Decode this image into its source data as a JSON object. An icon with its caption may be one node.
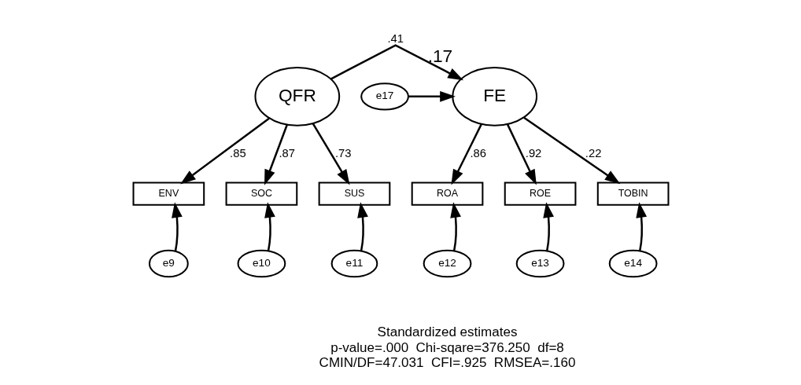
{
  "diagram": {
    "nodes": [
      {
        "text": [
          "QFR"
        ]
      },
      {
        "text": [
          "FE"
        ],
        "beside": [
          ".17"
        ]
      },
      {
        "text": [
          "e17"
        ]
      },
      {
        "text": [
          "ENV"
        ]
      },
      {
        "text": [
          "SOC"
        ]
      },
      {
        "text": [
          "SUS"
        ]
      },
      {
        "text": [
          "ROA"
        ]
      },
      {
        "text": [
          "ROE"
        ]
      },
      {
        "text": [
          "TOBIN"
        ]
      },
      {
        "text": [
          "e9"
        ]
      },
      {
        "text": [
          "e10"
        ]
      },
      {
        "text": [
          "e11"
        ]
      },
      {
        "text": [
          "e12"
        ]
      },
      {
        "text": [
          "e13"
        ]
      },
      {
        "text": [
          "e14"
        ]
      }
    ],
    "edges": [
      {
        "from": 0,
        "to": 1,
        "arrow": "to",
        "label": ".41"
      },
      {
        "from": 2,
        "to": 1,
        "arrow": "to"
      },
      {
        "from": 0,
        "to": 3,
        "arrow": "to",
        "label": ".85"
      },
      {
        "from": 0,
        "to": 4,
        "arrow": "to",
        "label": ".87"
      },
      {
        "from": 0,
        "to": 5,
        "arrow": "to",
        "label": ".73"
      },
      {
        "from": 1,
        "to": 6,
        "arrow": "to",
        "label": ".86"
      },
      {
        "from": 1,
        "to": 7,
        "arrow": "to",
        "label": ".92"
      },
      {
        "from": 1,
        "to": 8,
        "arrow": "to",
        "label": ".22"
      },
      {
        "from": 9,
        "to": 3,
        "arrow": "to"
      },
      {
        "from": 10,
        "to": 4,
        "arrow": "to"
      },
      {
        "from": 11,
        "to": 5,
        "arrow": "to"
      },
      {
        "from": 12,
        "to": 6,
        "arrow": "to"
      },
      {
        "from": 13,
        "to": 7,
        "arrow": "to"
      },
      {
        "from": 14,
        "to": 8,
        "arrow": "to"
      }
    ],
    "labels": [
      "Standardized estimates",
      "p-value=.000  Chi-sqare=376.250  df=8",
      "CMIN/DF=47.031  CFI=.925  RMSEA=.160"
    ]
  }
}
